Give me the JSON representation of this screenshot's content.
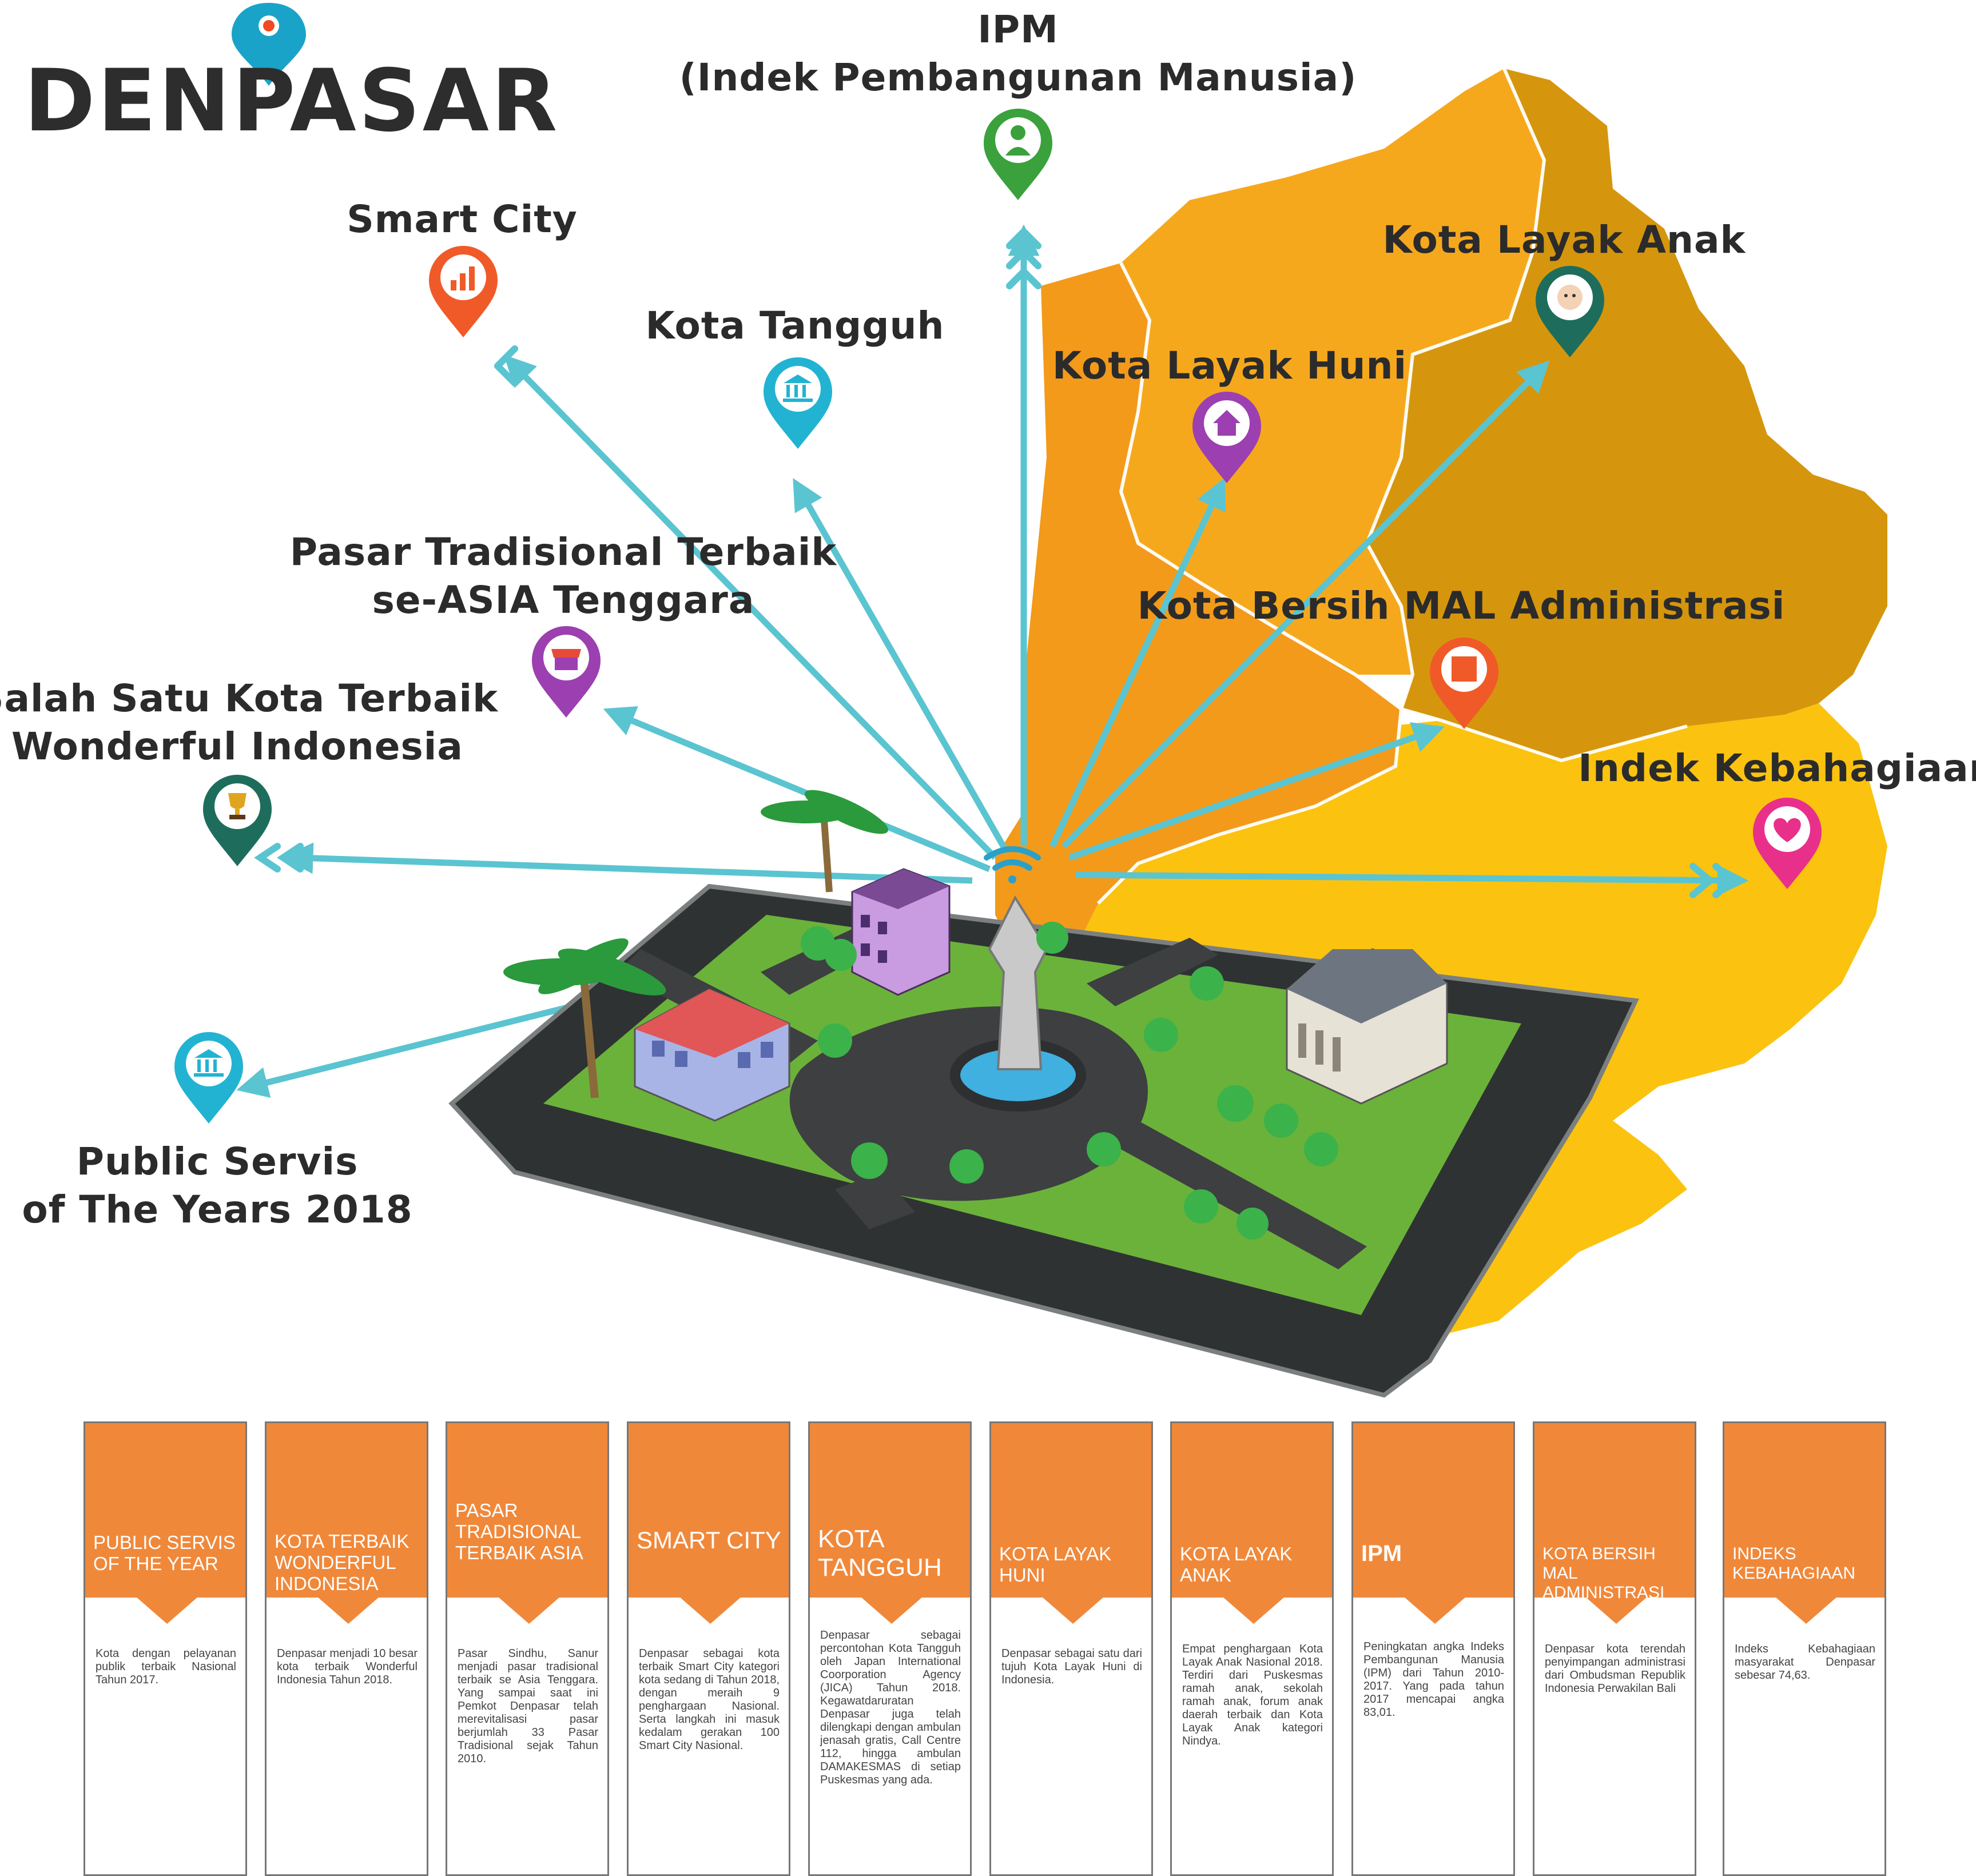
{
  "brand": {
    "title": "DENPASAR"
  },
  "map_labels": [
    {
      "id": "ipm",
      "lines": [
        "IPM",
        "(Indek Pembangunan Manusia)"
      ],
      "icon": "person-icon",
      "color": "#3aa13c"
    },
    {
      "id": "smart-city",
      "lines": [
        "Smart City"
      ],
      "icon": "chart-icon",
      "color": "#f05a28"
    },
    {
      "id": "kota-tangguh",
      "lines": [
        "Kota Tangguh"
      ],
      "icon": "building-icon",
      "color": "#22b3d2"
    },
    {
      "id": "pasar",
      "lines": [
        "Pasar Tradisional Terbaik",
        "se-ASIA Tenggara"
      ],
      "icon": "shop-icon",
      "color": "#9c3fb0"
    },
    {
      "id": "wonderful",
      "lines": [
        "Salah Satu Kota Terbaik",
        "Wonderful Indonesia"
      ],
      "icon": "trophy-icon",
      "color": "#1e6d5c"
    },
    {
      "id": "public-servis",
      "lines": [
        "Public Servis",
        "of The Years 2018"
      ],
      "icon": "building-icon",
      "color": "#22b3d2"
    },
    {
      "id": "layak-huni",
      "lines": [
        "Kota Layak Huni"
      ],
      "icon": "house-icon",
      "color": "#9c3fb0"
    },
    {
      "id": "layak-anak",
      "lines": [
        "Kota Layak Anak"
      ],
      "icon": "baby-icon",
      "color": "#1e6d5c"
    },
    {
      "id": "bersih",
      "lines": [
        "Kota Bersih MAL Administrasi"
      ],
      "icon": "grid-icon",
      "color": "#f05a28"
    },
    {
      "id": "kebahagiaan",
      "lines": [
        "Indek Kebahagiaan"
      ],
      "icon": "heart-icon",
      "color": "#e8308a"
    }
  ],
  "cards": [
    {
      "title": "PUBLIC SERVIS OF THE YEAR",
      "body": "Kota dengan pelayanan publik terbaik Nasional Tahun 2017."
    },
    {
      "title": "KOTA TERBAIK WONDERFUL INDONESIA",
      "body": "Denpasar menjadi 10 besar kota terbaik Wonderful Indonesia Tahun 2018."
    },
    {
      "title": "PASAR TRADISIONAL TERBAIK ASIA",
      "body": "Pasar Sindhu, Sanur menjadi pasar tradisional terbaik se Asia Tenggara. Yang sampai saat ini Pemkot Denpasar telah merevitalisasi pasar berjumlah 33 Pasar Tradisional sejak Tahun 2010."
    },
    {
      "title": "SMART CITY",
      "body": "Denpasar sebagai kota terbaik Smart City kategori kota sedang di Tahun 2018, dengan meraih 9 penghargaan Nasional. Serta langkah ini masuk kedalam gerakan 100 Smart City Nasional."
    },
    {
      "title": "KOTA TANGGUH",
      "body": "Denpasar sebagai percontohan Kota Tangguh oleh Japan International Coorporation Agency (JICA) Tahun 2018. Kegawatdaruratan Denpasar juga telah dilengkapi dengan ambulan jenasah gratis, Call Centre 112, hingga ambulan DAMAKESMAS di setiap Puskesmas yang ada."
    },
    {
      "title": "KOTA LAYAK HUNI",
      "body": "Denpasar sebagai satu dari tujuh Kota Layak Huni di Indonesia."
    },
    {
      "title": "KOTA LAYAK ANAK",
      "body": "Empat penghargaan Kota Layak Anak Nasional 2018. Terdiri dari Puskesmas ramah anak, sekolah ramah anak, forum anak daerah terbaik dan Kota Layak Anak kategori Nindya."
    },
    {
      "title": "IPM",
      "body": "Peningkatan angka Indeks Pembangunan Manusia (IPM) dari Tahun 2010-2017. Yang pada tahun 2017 mencapai angka 83,01."
    },
    {
      "title": "KOTA BERSIH MAL ADMINISTRASI",
      "body": "Denpasar kota terendah penyimpangan administrasi dari Ombudsman Republik Indonesia Perwakilan Bali"
    },
    {
      "title": "INDEKS KEBAHAGIAAN",
      "body": "Indeks Kebahagiaan masyarakat Denpasar sebesar 74,63."
    }
  ]
}
